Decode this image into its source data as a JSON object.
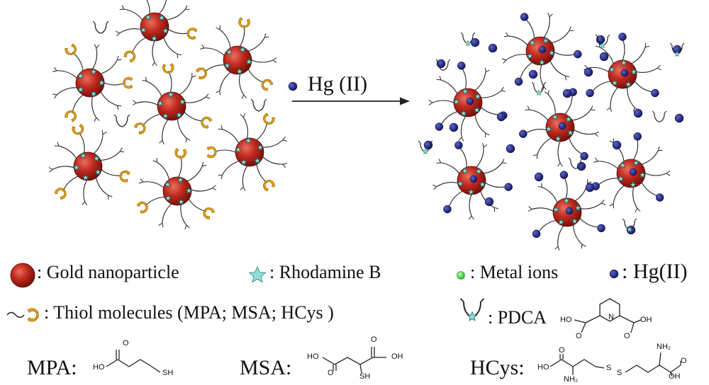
{
  "reaction": {
    "reagent_label": "Hg (II)"
  },
  "colors": {
    "gold": "#b8211a",
    "gold_highlight": "#e8705e",
    "rhodamine": "#8fe0d8",
    "thiol": "#e0a21a",
    "metal_ion": "#3fd13f",
    "hg": "#1a1f7a",
    "line": "#222222"
  },
  "legend": {
    "gold": ": Gold nanoparticle",
    "rhodamine": ": Rhodamine B",
    "metal_ions": ": Metal ions",
    "hg": ": Hg(II)",
    "thiol": ": Thiol molecules (MPA; MSA; HCys )",
    "pdca": ": PDCA"
  },
  "structures": {
    "mpa": {
      "label": "MPA:",
      "atoms": [
        "HO",
        "O",
        "SH"
      ]
    },
    "msa": {
      "label": "MSA:",
      "atoms": [
        "HO",
        "O",
        "OH",
        "O",
        "SH"
      ]
    },
    "hcys": {
      "label": "HCys:",
      "atoms": [
        "HO",
        "O",
        "NH₂",
        "S",
        "S",
        "NH₂",
        "OH",
        "O"
      ]
    },
    "pdca": {
      "atoms": [
        "HO",
        "O",
        "N",
        "O",
        "OH"
      ]
    }
  }
}
